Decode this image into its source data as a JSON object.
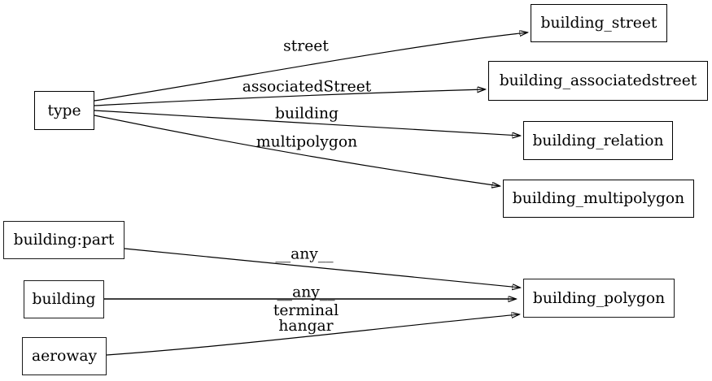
{
  "diagram": {
    "background_color": "#ffffff",
    "stroke_color": "#000000",
    "nodes": [
      {
        "id": "type",
        "label": "type"
      },
      {
        "id": "building_street",
        "label": "building_street"
      },
      {
        "id": "building_associatedstreet",
        "label": "building_associatedstreet"
      },
      {
        "id": "building_relation",
        "label": "building_relation"
      },
      {
        "id": "building_multipolygon",
        "label": "building_multipolygon"
      },
      {
        "id": "building:part",
        "label": "building:part"
      },
      {
        "id": "building",
        "label": "building"
      },
      {
        "id": "aeroway",
        "label": "aeroway"
      },
      {
        "id": "building_polygon",
        "label": "building_polygon"
      }
    ],
    "edges": [
      {
        "from": "type",
        "to": "building_street",
        "label": "street"
      },
      {
        "from": "type",
        "to": "building_associatedstreet",
        "label": "associatedStreet"
      },
      {
        "from": "type",
        "to": "building_relation",
        "label": "building"
      },
      {
        "from": "type",
        "to": "building_multipolygon",
        "label": "multipolygon"
      },
      {
        "from": "building:part",
        "to": "building_polygon",
        "label": "__any__"
      },
      {
        "from": "building",
        "to": "building_polygon",
        "label": "__any__"
      },
      {
        "from": "aeroway",
        "to": "building_polygon",
        "label_lines": [
          "terminal",
          "hangar"
        ]
      }
    ]
  }
}
